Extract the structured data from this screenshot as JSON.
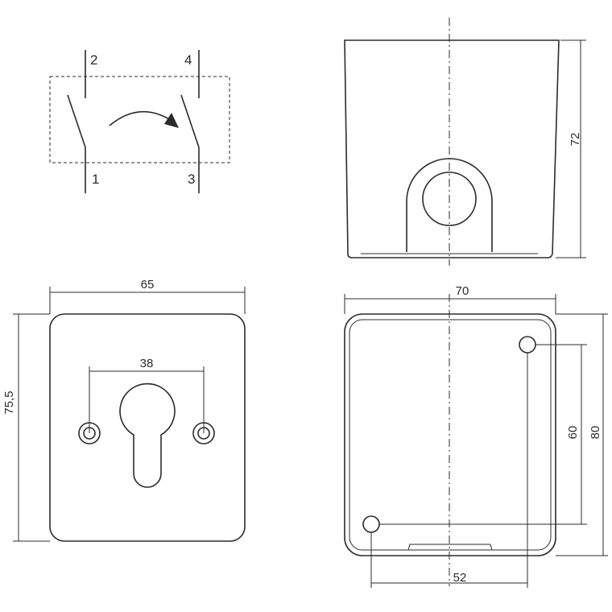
{
  "switch_schematic": {
    "terminals": [
      "2",
      "4",
      "1",
      "3"
    ]
  },
  "side_view": {
    "height_label": "72"
  },
  "front_plate": {
    "width_label": "65",
    "height_label": "75,5",
    "hole_spacing_label": "38"
  },
  "base_view": {
    "width_label": "70",
    "height_label": "80",
    "hole_vertical_label": "60",
    "hole_horizontal_label": "52"
  },
  "colors": {
    "line": "#2b2b2b",
    "background": "#ffffff"
  }
}
